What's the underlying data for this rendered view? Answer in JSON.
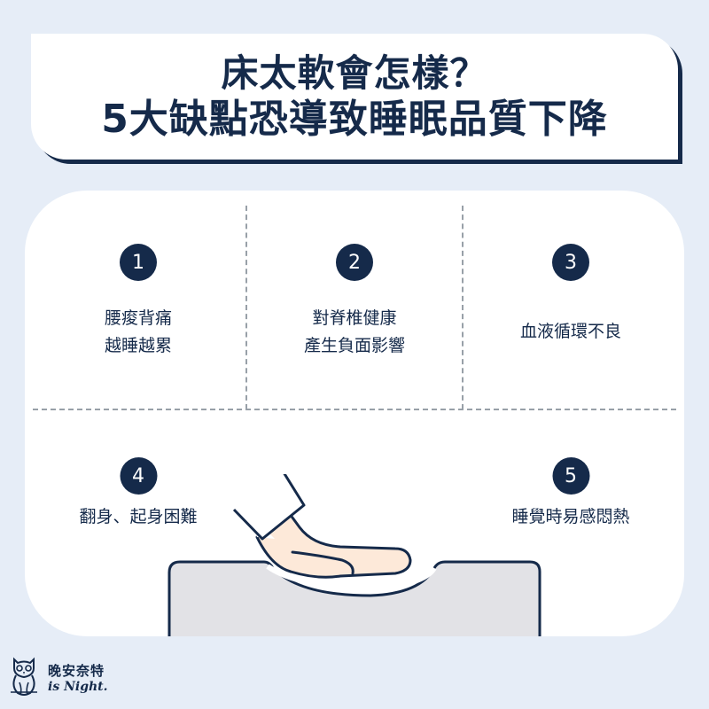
{
  "title": {
    "line1": "床太軟會怎樣？",
    "line2": "5大缺點恐導致睡眠品質下降"
  },
  "items": [
    {
      "number": "1",
      "lines": [
        "腰痠背痛",
        "越睡越累"
      ]
    },
    {
      "number": "2",
      "lines": [
        "對脊椎健康",
        "產生負面影響"
      ]
    },
    {
      "number": "3",
      "lines": [
        "血液循環不良"
      ]
    },
    {
      "number": "4",
      "lines": [
        "翻身、起身困難"
      ]
    },
    {
      "number": "5",
      "lines": [
        "睡覺時易感悶熱"
      ]
    }
  ],
  "illustration": {
    "icon": "hand-sinking-into-mattress-icon",
    "colors": {
      "mattress": "#e2e2e6",
      "skin": "#fde9d9",
      "outline": "#152a4a"
    }
  },
  "logo": {
    "icon": "owl-icon",
    "cn": "晚安奈特",
    "en": "is Night."
  },
  "colors": {
    "background": "#e6edf7",
    "navy": "#152a4a",
    "card": "#ffffff",
    "dash": "#98a0a8"
  }
}
